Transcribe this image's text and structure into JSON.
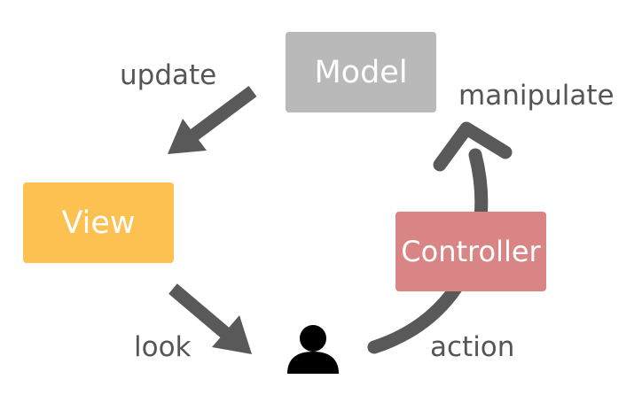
{
  "nodes": {
    "model": {
      "label": "Model",
      "color": "#b9b9b9"
    },
    "view": {
      "label": "View",
      "color": "#fcc150"
    },
    "controller": {
      "label": "Controller",
      "color": "#d98585"
    },
    "user": {
      "icon": "user-icon",
      "color": "#000000"
    }
  },
  "edges": {
    "update": {
      "label": "update"
    },
    "manipulate": {
      "label": "manipulate"
    },
    "look": {
      "label": "look"
    },
    "action": {
      "label": "action"
    }
  },
  "colors": {
    "arrow": "#595959",
    "label": "#555555"
  }
}
